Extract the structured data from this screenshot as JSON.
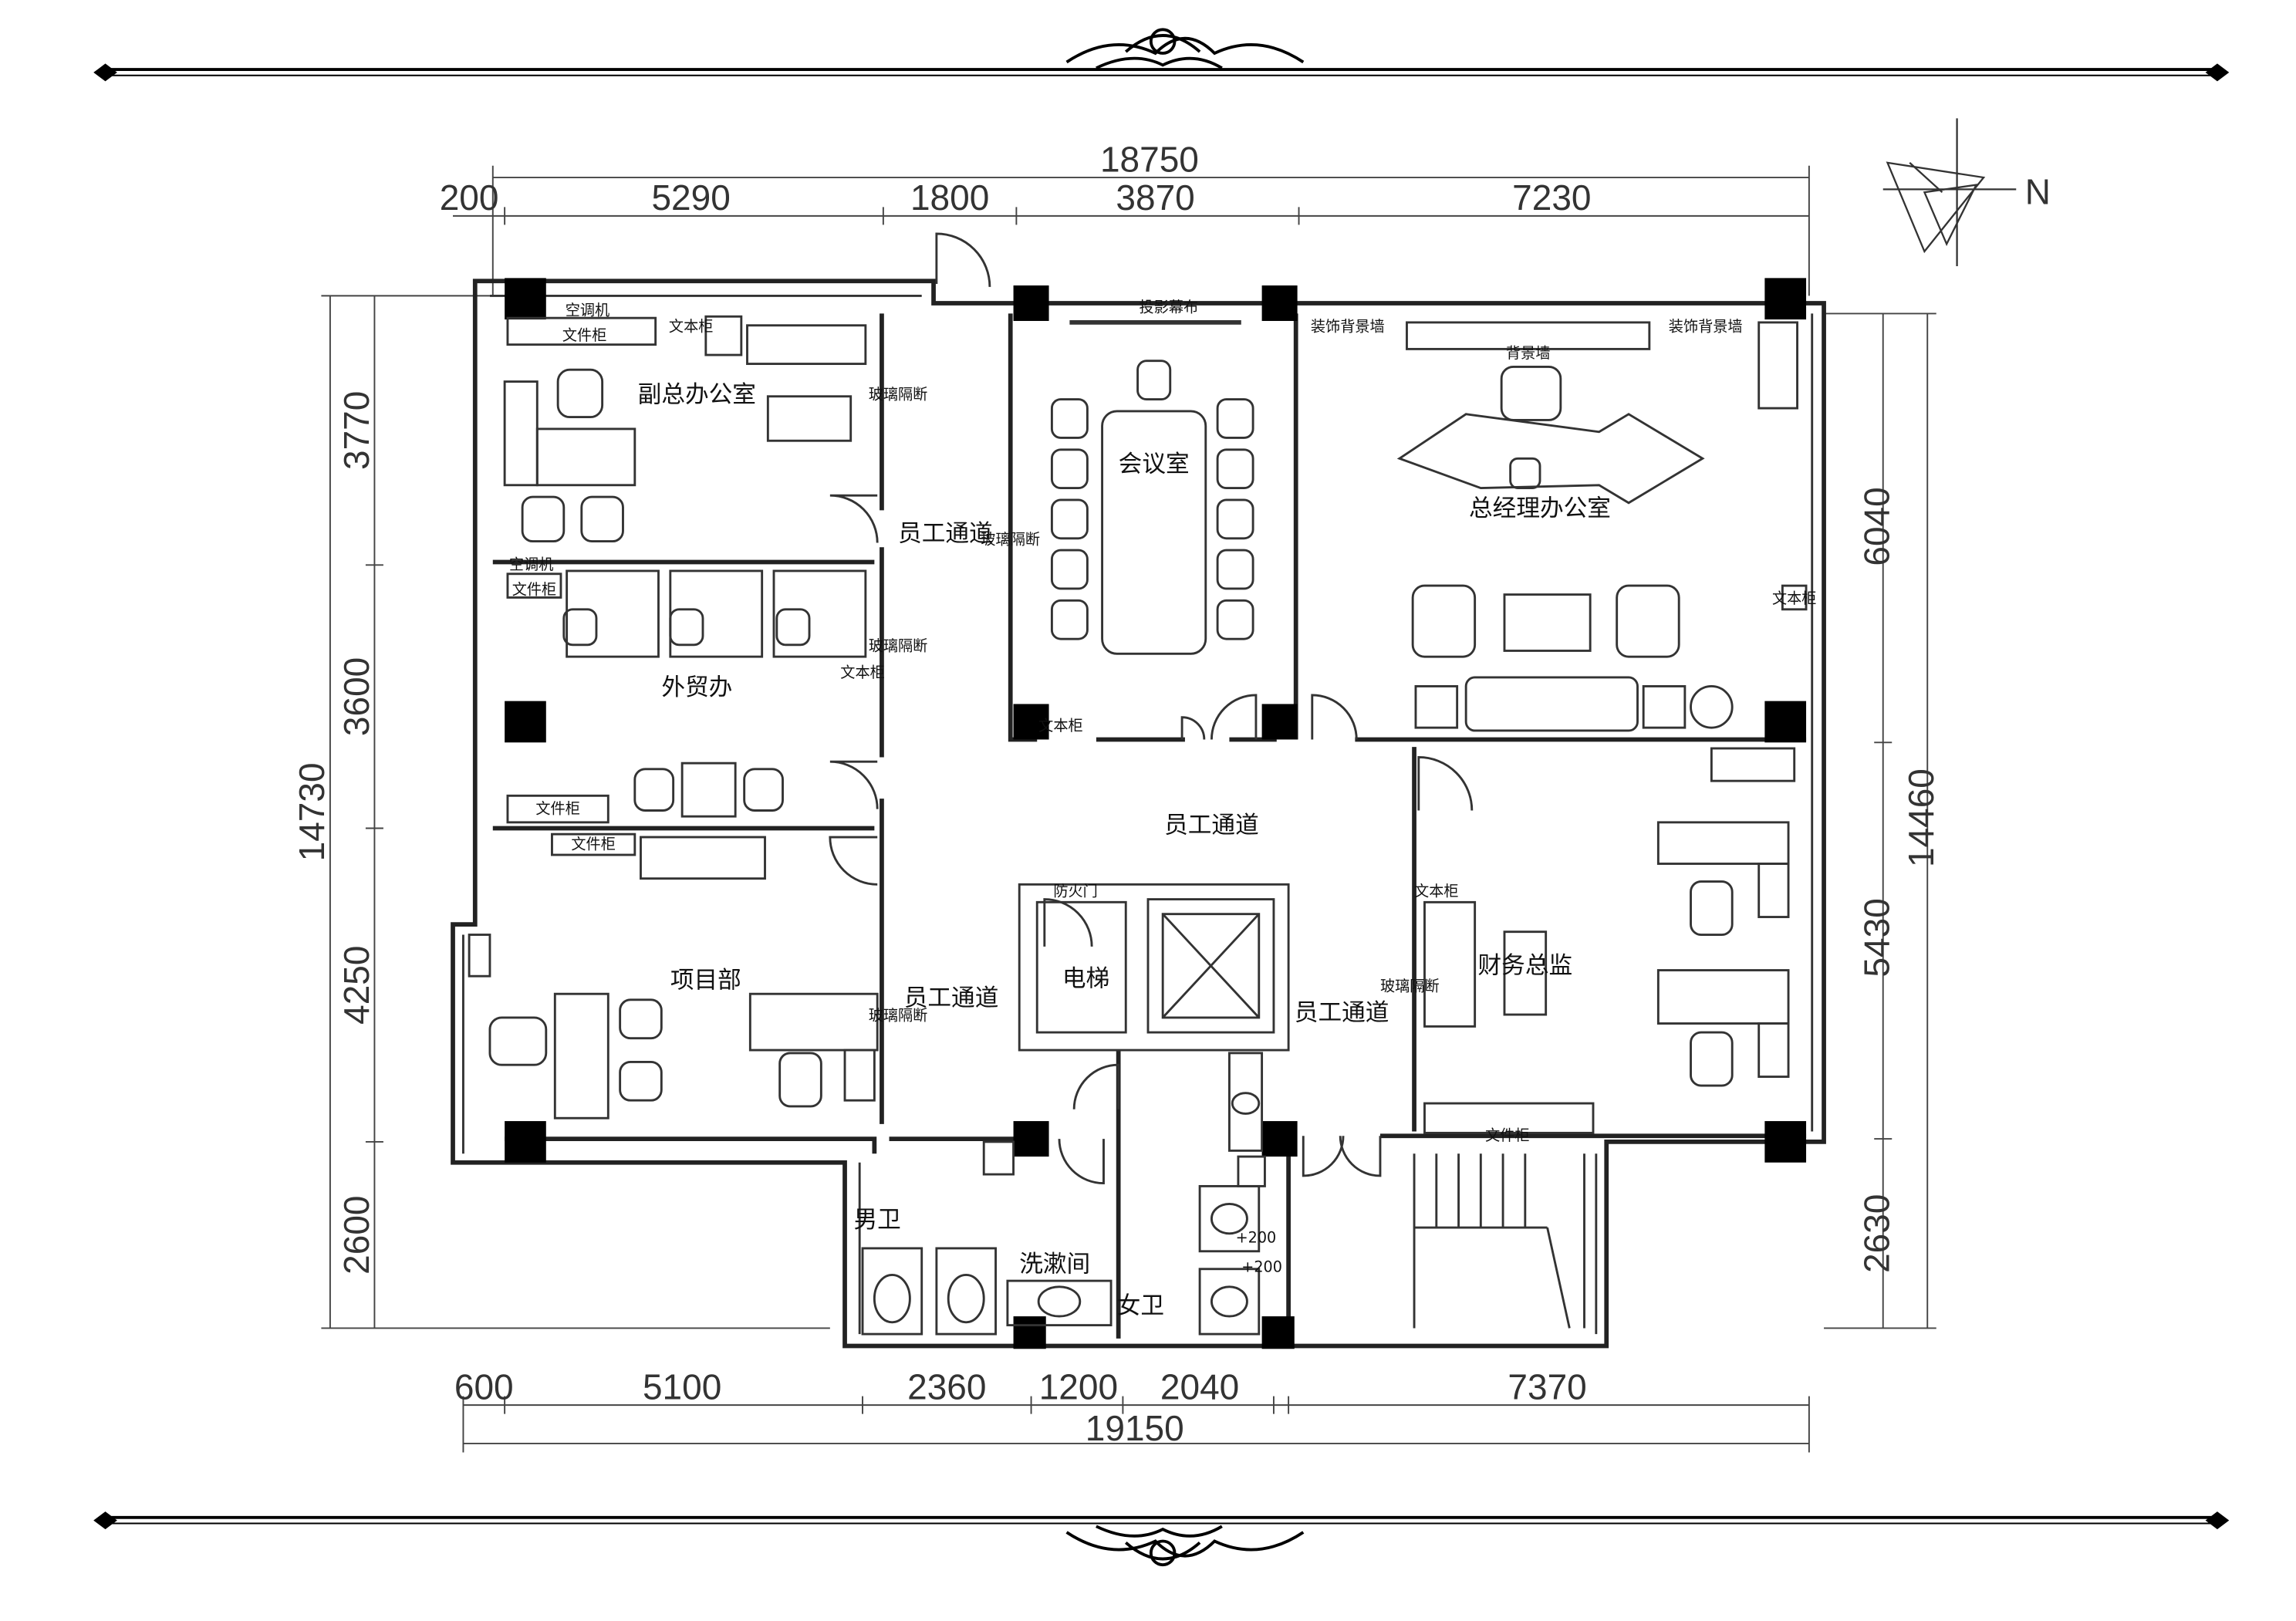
{
  "dimensions": {
    "top_total": "18750",
    "top_segments": [
      "200",
      "5290",
      "1800",
      "3870",
      "7230"
    ],
    "bottom_total": "19150",
    "bottom_segments": [
      "600",
      "5100",
      "2360",
      "1200",
      "2040",
      "7370"
    ],
    "left_total": "14730",
    "left_segments": [
      "3770",
      "3600",
      "4250",
      "2600"
    ],
    "right_total": "14460",
    "right_segments": [
      "6040",
      "5430",
      "2630"
    ]
  },
  "compass": {
    "letter": "N"
  },
  "rooms": {
    "vice_gm_office": "副总办公室",
    "foreign_trade": "外贸办",
    "project_dept": "项目部",
    "meeting_room": "会议室",
    "gm_office": "总经理办公室",
    "finance": "财务总监",
    "corridor_main": "员工通道",
    "corridor_left": "员工通道",
    "corridor_top": "员工通道",
    "corridor_right": "员工通道",
    "elevator": "电梯",
    "mens_wc": "男卫",
    "womens_wc": "女卫",
    "wash_room": "洗漱间"
  },
  "labels": {
    "file_cabinet": "文件柜",
    "doc_cabinet": "文本柜",
    "glass_partition": "玻璃隔断",
    "air_conditioner": "空调机",
    "projector_screen": "投影幕布",
    "bg_wall": "背景墙",
    "deco_bg_wall": "装饰背景墙",
    "fire_door": "防火门",
    "elev_offset_1": "+200",
    "elev_offset_2": "+200"
  }
}
